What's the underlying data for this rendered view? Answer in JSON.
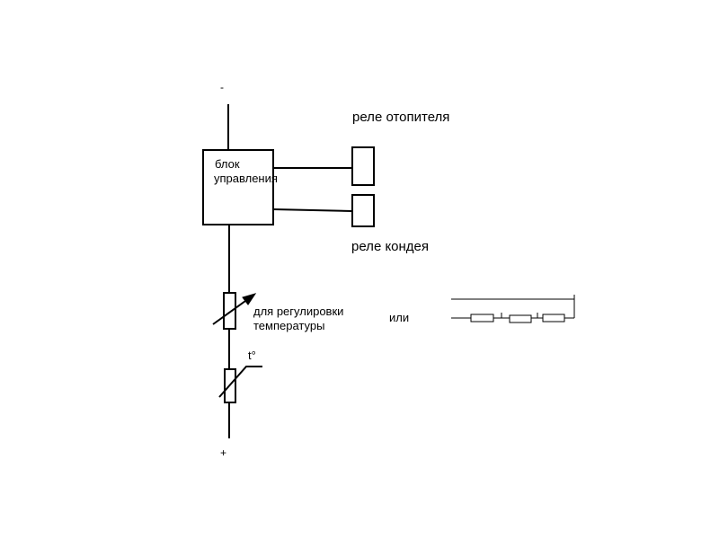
{
  "labels": {
    "minus": "-",
    "plus": "+",
    "control_block_line1": "блок",
    "control_block_line2": "управления",
    "relay_heater": "реле отопителя",
    "relay_ac": "реле кондея",
    "temp_adjust_line1": "для регулировки",
    "temp_adjust_line2": "температуры",
    "thermistor": "t°",
    "or": "или"
  },
  "colors": {
    "stroke": "#000000",
    "background": "#ffffff"
  }
}
